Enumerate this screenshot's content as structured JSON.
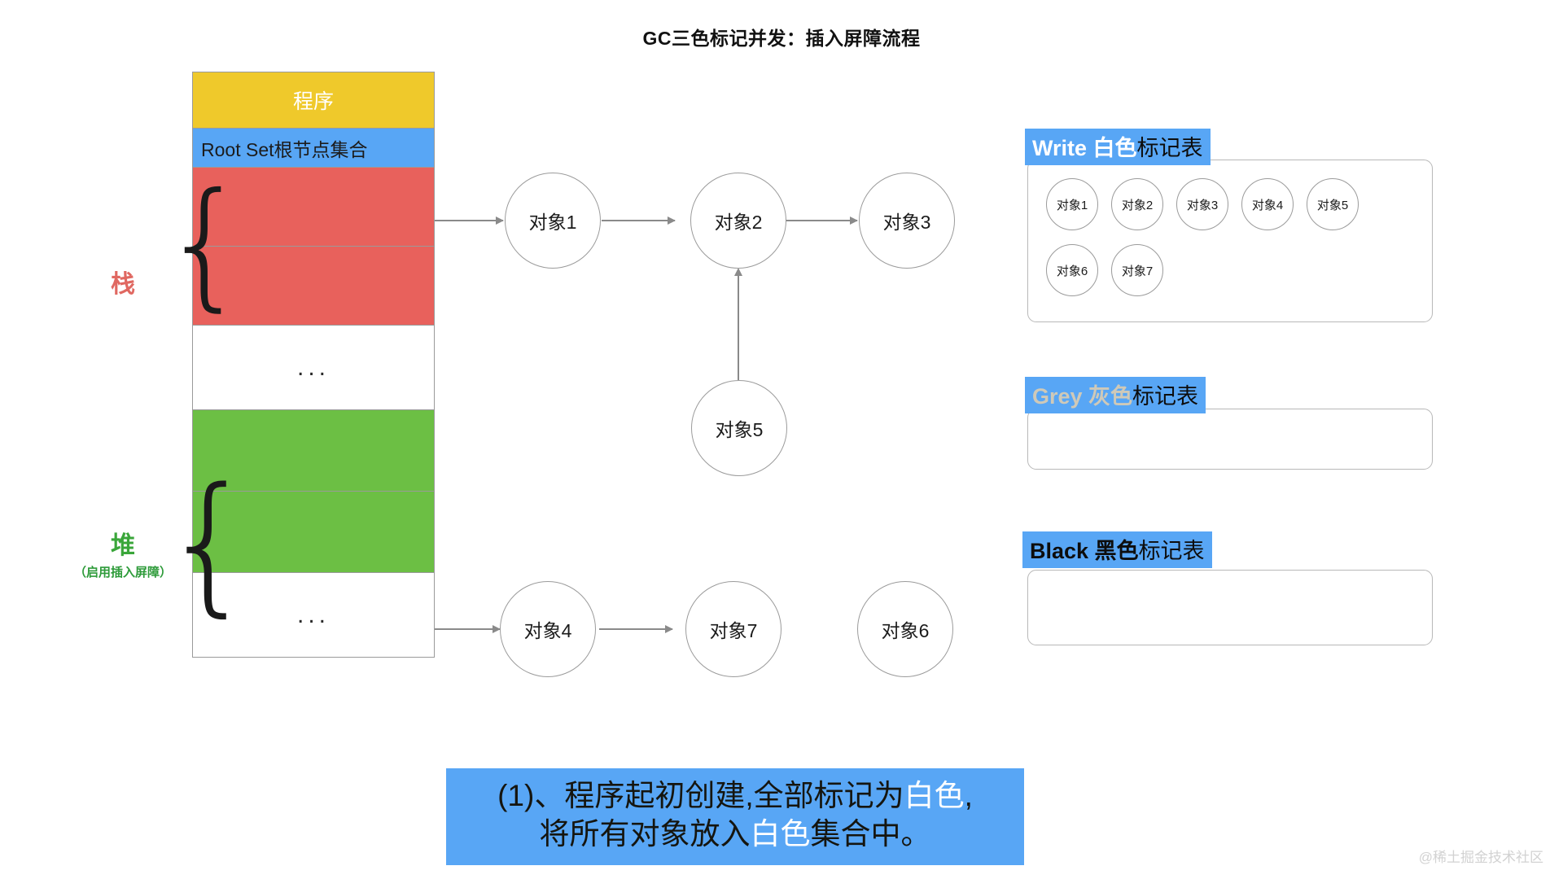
{
  "title": "GC三色标记并发：插入屏障流程",
  "memory": {
    "program_label": "程序",
    "rootset_label": "Root Set根节点集合",
    "dots": "...",
    "stack_label": "栈",
    "heap_label": "堆",
    "heap_sub_label": "（启用插入屏障）"
  },
  "graph": {
    "nodes": [
      {
        "id": "obj1",
        "label": "对象1"
      },
      {
        "id": "obj2",
        "label": "对象2"
      },
      {
        "id": "obj3",
        "label": "对象3"
      },
      {
        "id": "obj5",
        "label": "对象5"
      },
      {
        "id": "obj4",
        "label": "对象4"
      },
      {
        "id": "obj7",
        "label": "对象7"
      },
      {
        "id": "obj6",
        "label": "对象6"
      }
    ]
  },
  "tables": [
    {
      "id": "white",
      "title_strong": "Write 白色",
      "title_rest": "标记表",
      "items": [
        "对象1",
        "对象2",
        "对象3",
        "对象4",
        "对象5",
        "对象6",
        "对象7"
      ]
    },
    {
      "id": "grey",
      "title_strong": "Grey 灰色",
      "title_rest": "标记表",
      "items": []
    },
    {
      "id": "black",
      "title_strong": "Black 黑色",
      "title_rest": "标记表",
      "items": []
    }
  ],
  "caption": {
    "line1_a": "(1)、程序起初创建,全部标记为",
    "line1_hl": "白色",
    "line1_b": ",",
    "line2_a": "将所有对象放入",
    "line2_hl": "白色",
    "line2_b": "集合中。"
  },
  "watermark": "@稀土掘金技术社区",
  "colors": {
    "accent_blue": "#58a6f5",
    "program_yellow": "#efc92b",
    "stack_red": "#e8615c",
    "heap_green": "#6cbf44"
  }
}
